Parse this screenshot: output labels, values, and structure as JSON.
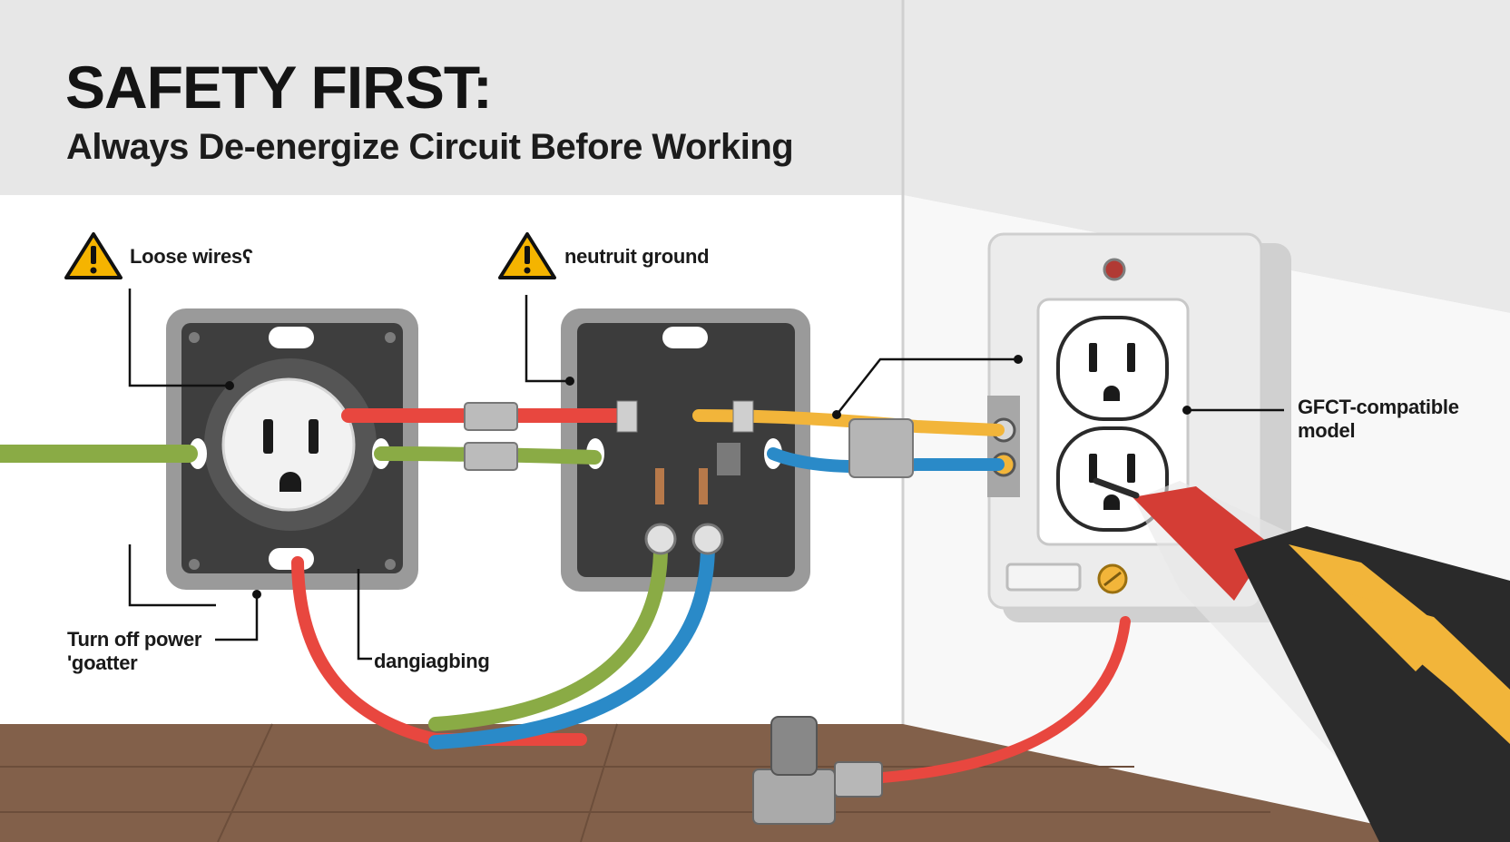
{
  "header": {
    "title": "SAFETY FIRST:",
    "subtitle": "Always De-energize Circuit Before Working"
  },
  "callouts": {
    "loose_wires": "Loose wiresʕ",
    "neutral_ground": "neutruit ground",
    "gfci": [
      "GFCT-compatible",
      "model"
    ],
    "turn_off_power": [
      "Turn off power",
      "'goatter"
    ],
    "dangling": "dangiagbing"
  },
  "icons": [
    "warning-triangle-icon",
    "warning-triangle-icon"
  ],
  "colors": {
    "hot_wire": "#e8473f",
    "neutral_wire": "#2a8ac8",
    "ground_wire": "#8aab45",
    "traveler_wire": "#f2b53a",
    "warning": "#f5b400",
    "tester": "#f2b53a"
  }
}
